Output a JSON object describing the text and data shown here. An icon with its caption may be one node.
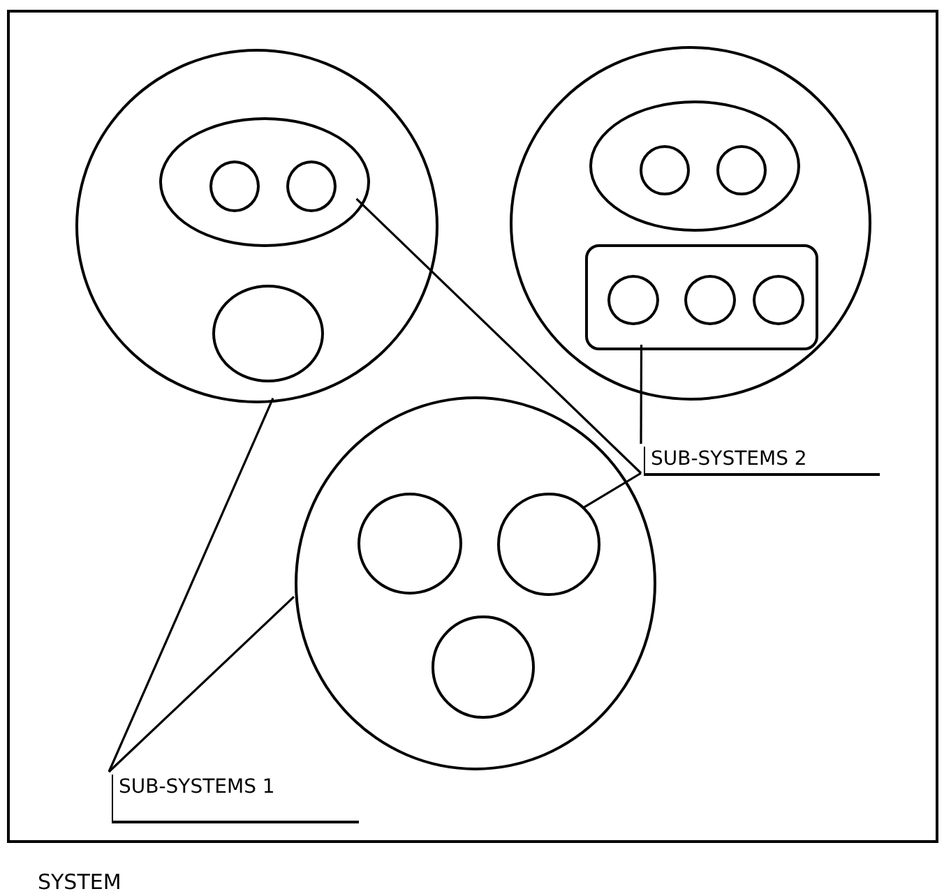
{
  "diagram": {
    "nodes": [
      {
        "text": [
          "SYSTEM"
        ]
      },
      {
        "text": [],
        "shape": "circle",
        "in": 0
      },
      {
        "text": [],
        "shape": "ellipse",
        "in": 1
      },
      {
        "text": [],
        "shape": "circle",
        "in": 2
      },
      {
        "text": [],
        "shape": "circle",
        "in": 2
      },
      {
        "text": [],
        "shape": "circle",
        "in": 1
      },
      {
        "text": [],
        "shape": "circle",
        "in": 0
      },
      {
        "text": [],
        "shape": "ellipse",
        "in": 6
      },
      {
        "text": [],
        "shape": "circle",
        "in": 7
      },
      {
        "text": [],
        "shape": "circle",
        "in": 7
      },
      {
        "text": [],
        "shape": "box",
        "in": 6
      },
      {
        "text": [],
        "shape": "circle",
        "in": 10
      },
      {
        "text": [],
        "shape": "circle",
        "in": 10
      },
      {
        "text": [],
        "shape": "circle",
        "in": 10
      },
      {
        "text": [],
        "shape": "circle",
        "in": 0
      },
      {
        "text": [],
        "shape": "circle",
        "in": 14
      },
      {
        "text": [],
        "shape": "circle",
        "in": 14
      },
      {
        "text": [],
        "shape": "circle",
        "in": 14
      },
      {
        "text": [
          "SUB-SYSTEMS 2"
        ],
        "in": 0
      },
      {
        "text": [
          "SUB-SYSTEMS 1"
        ],
        "in": 0
      }
    ],
    "edges": [
      {
        "from": 18,
        "to": 2,
        "arrow": "none"
      },
      {
        "from": 18,
        "to": 10,
        "arrow": "none"
      },
      {
        "from": 18,
        "to": 16,
        "arrow": "none"
      },
      {
        "from": 19,
        "to": 1,
        "arrow": "none"
      },
      {
        "from": 19,
        "to": 14,
        "arrow": "none"
      }
    ]
  }
}
